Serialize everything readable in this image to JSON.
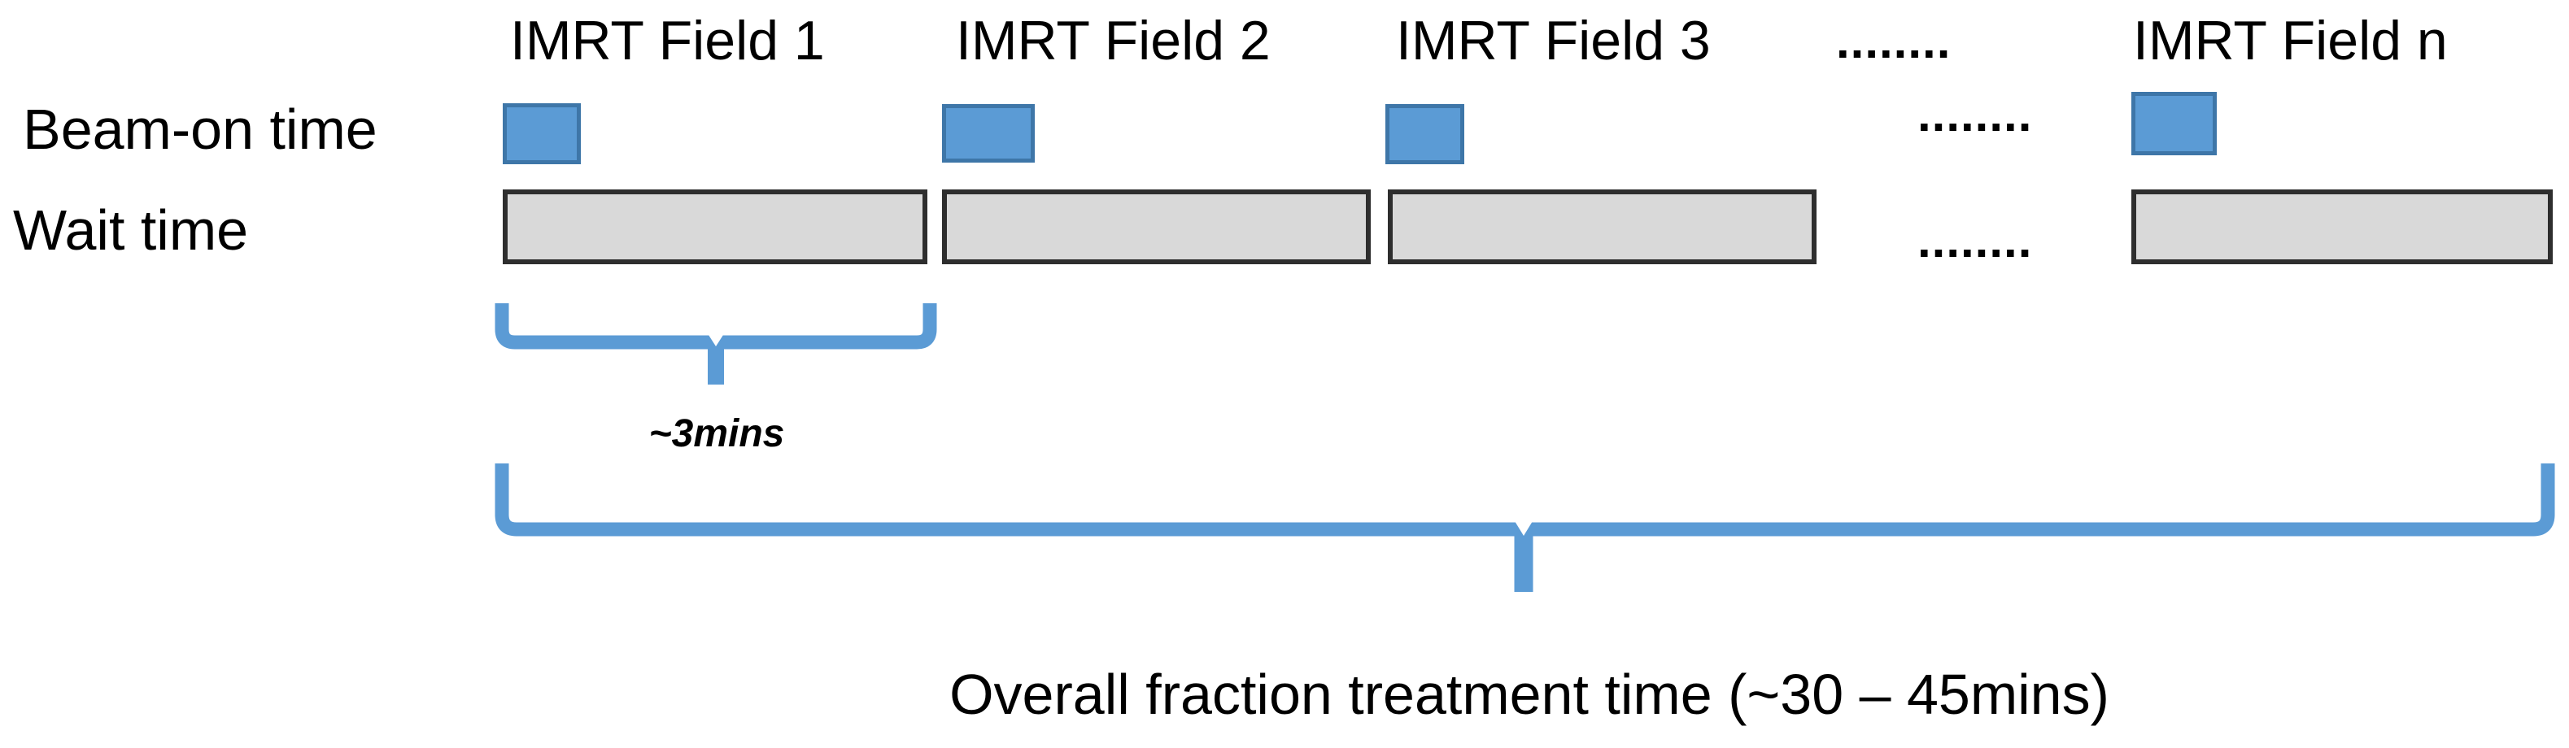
{
  "figure": {
    "row_labels": {
      "beam_on": "Beam-on time",
      "wait": "Wait time"
    },
    "fields": [
      {
        "title": "IMRT Field 1"
      },
      {
        "title": "IMRT Field 2"
      },
      {
        "title": "IMRT Field 3"
      },
      {
        "title": "IMRT Field n"
      }
    ],
    "ellipsis": {
      "title_row": "........",
      "beam_row": "........",
      "wait_row": "........"
    },
    "annotations": {
      "per_field_time": "~3mins",
      "overall_time": "Overall fraction treatment time (~30 – 45mins)"
    },
    "colors": {
      "beam_fill": "#5B9BD5",
      "beam_border": "#3E76A8",
      "wait_fill": "#D9D9D9",
      "wait_border": "#2E2E2E",
      "brace": "#5B9BD5",
      "text": "#000000",
      "background": "#FFFFFF"
    }
  }
}
